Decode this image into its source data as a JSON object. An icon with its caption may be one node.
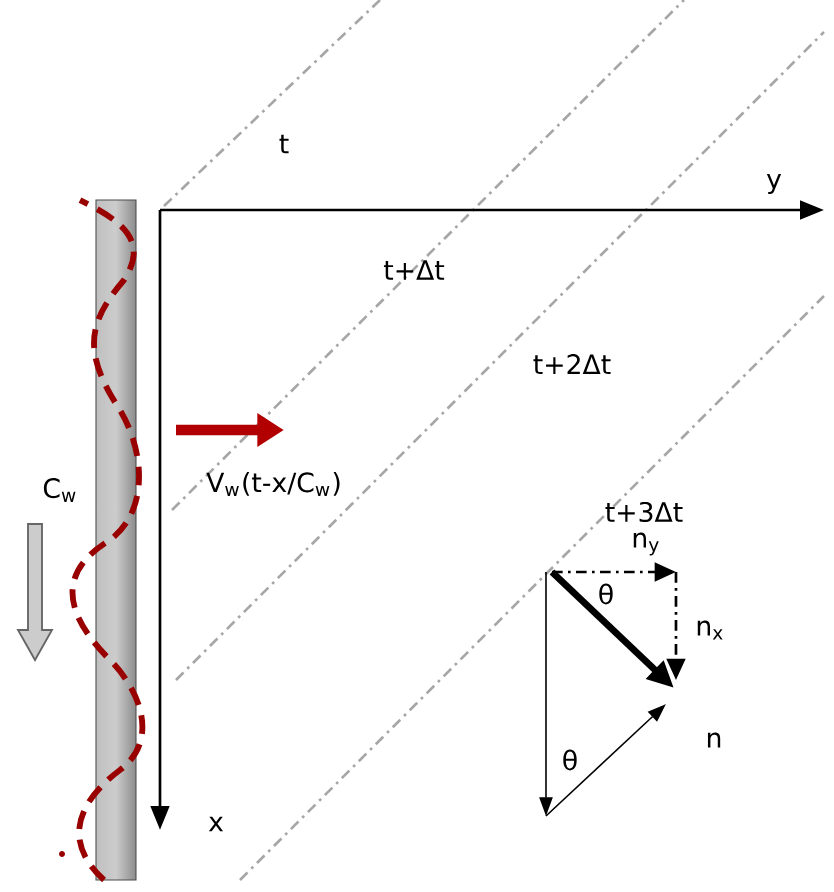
{
  "diagram": {
    "labels": [
      "t",
      "y",
      "t+Δt",
      "V$_{w}$(t-x/C$_{w}$)",
      "t+2Δt",
      "C$_{w}$",
      "t+3Δt",
      "n$_{y}$",
      "θ",
      "n$_{x}$",
      "θ",
      "n",
      "x"
    ]
  }
}
